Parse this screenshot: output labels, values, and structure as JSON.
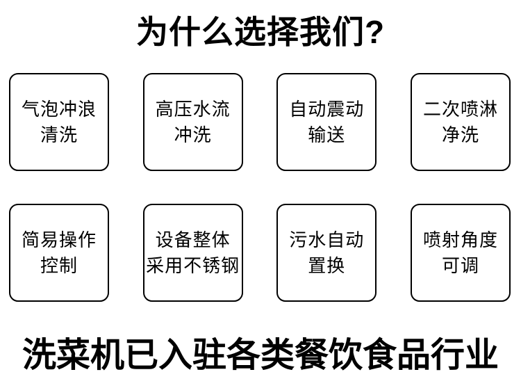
{
  "page": {
    "title": "为什么选择我们?",
    "footer": "洗菜机已入驻各类餐饮食品行业"
  },
  "colors": {
    "text": "#000000",
    "background": "#ffffff",
    "card_border": "#000000"
  },
  "features": [
    {
      "line1": "气泡冲浪",
      "line2": "清洗"
    },
    {
      "line1": "高压水流",
      "line2": "冲洗"
    },
    {
      "line1": "自动震动",
      "line2": "输送"
    },
    {
      "line1": "二次喷淋",
      "line2": "净洗"
    },
    {
      "line1": "简易操作",
      "line2": "控制"
    },
    {
      "line1": "设备整体",
      "line2": "采用不锈钢"
    },
    {
      "line1": "污水自动",
      "line2": "置换"
    },
    {
      "line1": "喷射角度",
      "line2": "可调"
    }
  ]
}
